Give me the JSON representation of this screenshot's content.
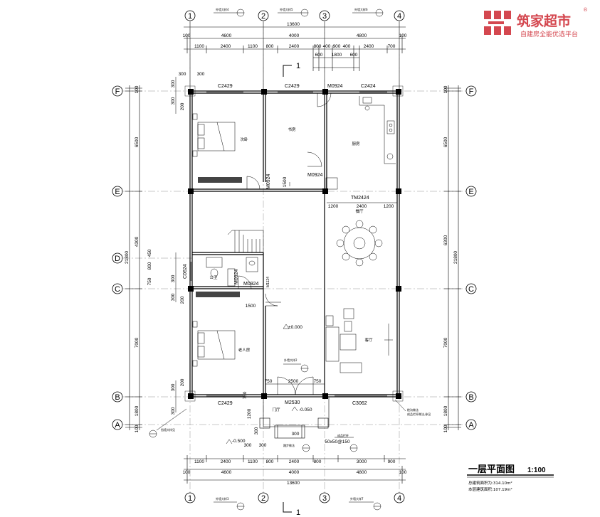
{
  "brand": {
    "name": "筑家超市",
    "tagline": "自建房全能优选平台",
    "reg_mark": "®",
    "color": "#d4474f"
  },
  "title": {
    "text": "一层平面图",
    "scale": "1:100",
    "area_total": "总建筑面积为:314.10m²",
    "area_floor": "本层建筑面积:107.19m²"
  },
  "axes": {
    "vertical": [
      "1",
      "2",
      "3",
      "4"
    ],
    "horizontal": [
      "F",
      "E",
      "D",
      "C",
      "B",
      "A"
    ]
  },
  "section_mark": "1",
  "dims_top": {
    "total": "13600",
    "row2": [
      "100",
      "4600",
      "4000",
      "4800",
      "100"
    ],
    "row3": [
      "1100",
      "2400",
      "1100",
      "800",
      "2400",
      "800",
      "400",
      "900",
      "400",
      "2400",
      "700"
    ],
    "row4": [
      "600",
      "1800",
      "600"
    ],
    "row5": [
      "1200"
    ]
  },
  "dims_bottom": {
    "total": "13600",
    "row2": [
      "100",
      "4600",
      "4000",
      "4800",
      "100"
    ],
    "row3": [
      "1100",
      "2400",
      "1100",
      "800",
      "2400",
      "800",
      "3000",
      "900"
    ]
  },
  "dims_left": {
    "total": "21800",
    "spans": [
      "6500",
      "4300",
      "7000",
      "1800"
    ],
    "details": [
      "100",
      "300",
      "300",
      "200",
      "750",
      "800",
      "450",
      "750",
      "300",
      "200",
      "200",
      "300",
      "100"
    ]
  },
  "dims_right": {
    "total": "21800",
    "spans": [
      "6500",
      "6300",
      "7000",
      "1800"
    ],
    "edges": [
      "100",
      "100"
    ]
  },
  "openings": {
    "c2429_a": "C2429",
    "c2429_b": "C2429",
    "c2429_c": "C2429",
    "m0924_a": "M0924",
    "m0924_b": "M0924",
    "m0924_c": "M0924",
    "m0924_d": "M0924",
    "m0924_e": "M0924",
    "c2424": "C2424",
    "tm2424": "TM2424",
    "c0624": "C0624",
    "m1124": "M1124",
    "m2530": "M2530",
    "c3062": "C3062"
  },
  "rooms": {
    "bedroom1": "次卧",
    "study": "书房",
    "kitchen": "厨房",
    "dining": "餐厅",
    "toilet": "公卫",
    "bedroom2": "老人房",
    "living": "客厅",
    "foyer": "门厅"
  },
  "interior_dims": {
    "d1500a": "1500",
    "d1500b": "1500",
    "d1200a": "1200",
    "d2400": "2400",
    "d1200b": "1200",
    "d750a": "750",
    "d2500": "2500",
    "d750b": "750",
    "d300a": "300",
    "d300b": "300",
    "d300c": "300",
    "d1200c": "1200",
    "d750c": "750",
    "d600a": "600",
    "d600b": "600",
    "d300d": "300",
    "d100": "100",
    "d1500c": "1500",
    "d50": "50x50@150"
  },
  "elevations": {
    "floor": "±0.000",
    "step": "-0.050",
    "ground": "-0.500"
  },
  "notes": {
    "n1": "外墙大样4",
    "n2": "外墙大样5",
    "n3": "外墙大样6",
    "n4": "外墙大样2",
    "n5": "外墙大样3",
    "n6": "外墙大样7",
    "n7": "散水做法",
    "n8": "踏步做法",
    "n9": "成品栏杆",
    "n10": "檐沟做法",
    "n11": "挡墙大样见",
    "n12": "成品栏杆做法,参见"
  }
}
